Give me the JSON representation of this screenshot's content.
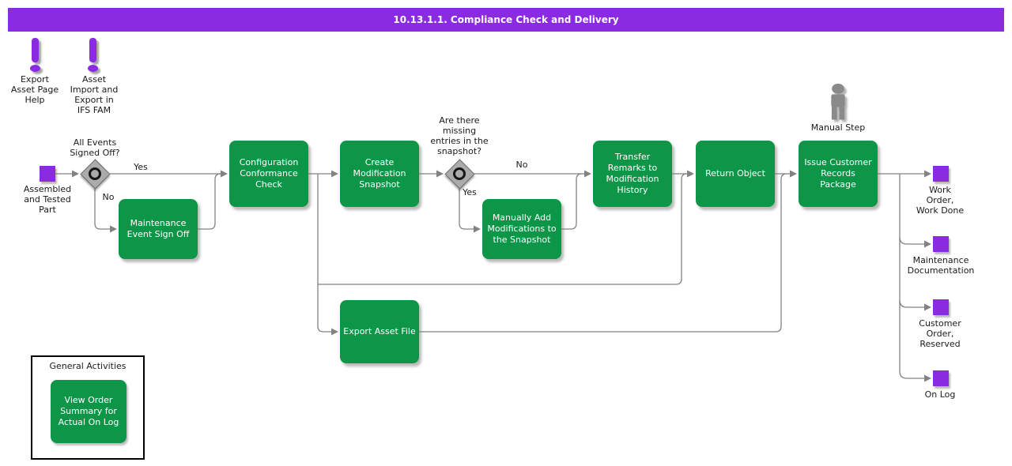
{
  "title": "10.13.1.1. Compliance Check and Delivery",
  "colors": {
    "accent_purple": "#8A2BE2",
    "task_green": "#0D9648",
    "wire_gray": "#828282"
  },
  "notes": {
    "export_asset_page_help": {
      "label": "Export\nAsset Page\nHelp"
    },
    "asset_import_export": {
      "label": "Asset\nImport and\nExport in\nIFS FAM"
    }
  },
  "start": {
    "label": "Assembled\nand Tested\nPart"
  },
  "gateways": {
    "g1": {
      "question": "All Events\nSigned Off?",
      "yes": "Yes",
      "no": "No"
    },
    "g2": {
      "question": "Are there\nmissing\nentries in the\nsnapshot?",
      "yes": "Yes",
      "no": "No"
    }
  },
  "tasks": {
    "maintenance_sign_off": "Maintenance\nEvent Sign Off",
    "config_check": "Configuration\nConformance\nCheck",
    "create_snapshot": "Create\nModification\nSnapshot",
    "manually_add": "Manually Add\nModifications to\nthe Snapshot",
    "transfer_remarks": "Transfer\nRemarks to\nModification\nHistory",
    "return_object": "Return Object",
    "issue_package": "Issue Customer\nRecords\nPackage",
    "export_asset_file": "Export Asset File",
    "view_order_summary": "View Order\nSummary for\nActual On Log"
  },
  "manual_step": {
    "label": "Manual Step"
  },
  "outputs": {
    "work_order": "Work\nOrder,\nWork Done",
    "maintenance_doc": "Maintenance\nDocumentation",
    "customer_order": "Customer\nOrder,\nReserved",
    "on_log": "On Log"
  },
  "general_activities": {
    "title": "General Activities"
  }
}
